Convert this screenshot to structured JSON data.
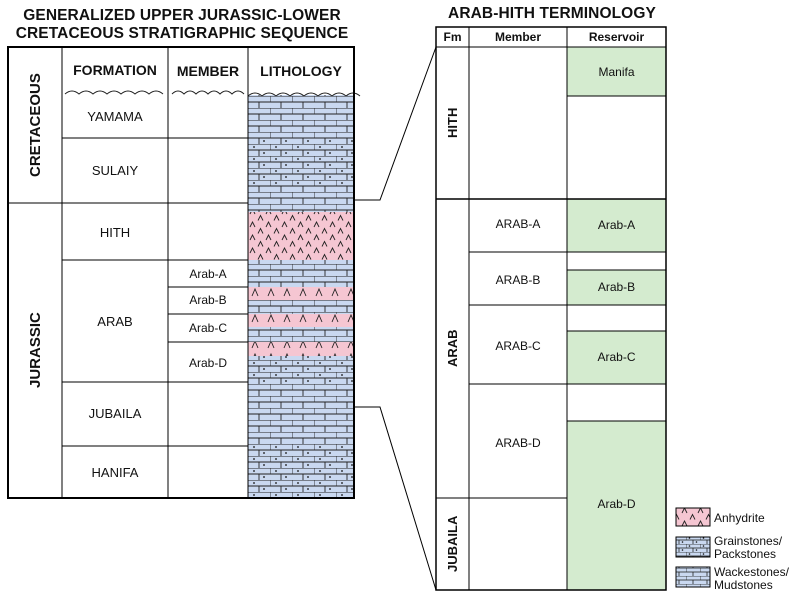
{
  "left": {
    "title_line1": "GENERALIZED UPPER JURASSIC-LOWER",
    "title_line2": "CRETACEOUS STRATIGRAPHIC SEQUENCE",
    "headers": {
      "formation": "FORMATION",
      "member": "MEMBER",
      "lithology": "LITHOLOGY"
    },
    "systems": {
      "cretaceous": "CRETACEOUS",
      "jurassic": "JURASSIC"
    },
    "formations": [
      "YAMAMA",
      "SULAIY",
      "HITH",
      "ARAB",
      "JUBAILA",
      "HANIFA"
    ],
    "members": [
      "Arab-A",
      "Arab-B",
      "Arab-C",
      "Arab-D"
    ]
  },
  "right": {
    "title": "ARAB-HITH TERMINOLOGY",
    "headers": {
      "fm": "Fm",
      "member": "Member",
      "reservoir": "Reservoir"
    },
    "formations": [
      "HITH",
      "ARAB",
      "JUBAILA"
    ],
    "members": [
      "ARAB-A",
      "ARAB-B",
      "ARAB-C",
      "ARAB-D"
    ],
    "reservoirs": [
      "Manifa",
      "Arab-A",
      "Arab-B",
      "Arab-C",
      "Arab-D"
    ]
  },
  "legend": {
    "anhydrite": "Anhydrite",
    "grainstones_line1": "Grainstones/",
    "grainstones_line2": "Packstones",
    "wackestones_line1": "Wackestones/",
    "wackestones_line2": "Mudstones"
  },
  "colors": {
    "anhydrite": "#f5c6d2",
    "carbonate": "#c9d8f0",
    "reservoir": "#d4ebcf",
    "line": "#000000"
  }
}
